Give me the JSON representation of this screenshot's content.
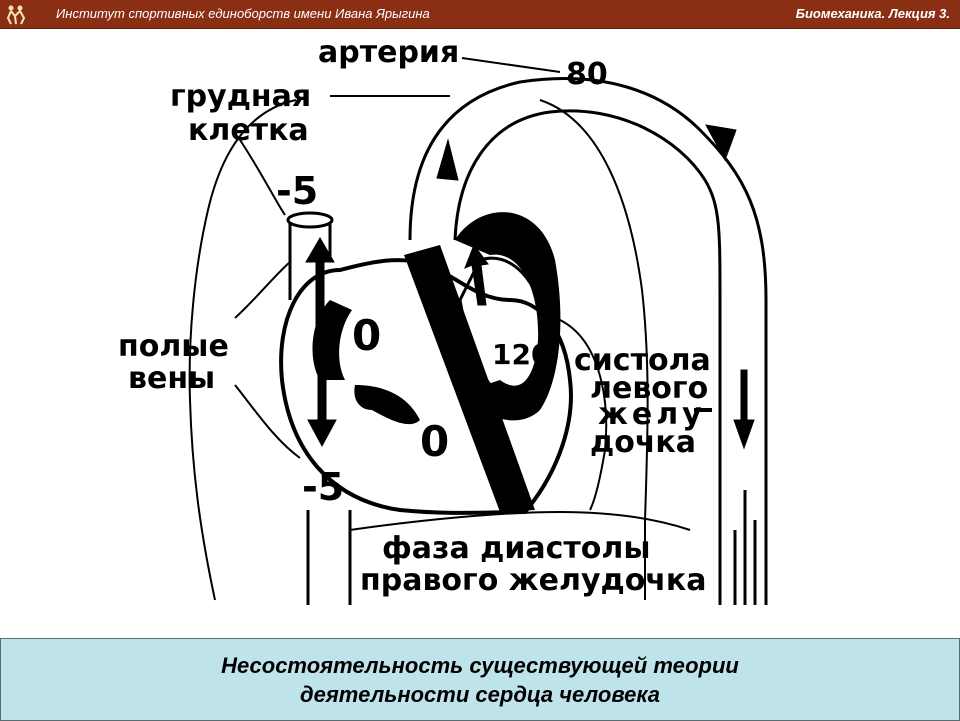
{
  "header": {
    "institute": "Институт спортивных единоборств имени Ивана Ярыгина",
    "lecture": "Биомеханика. Лекция 3."
  },
  "diagram": {
    "label_artery": "артерия",
    "label_chest_1": "грудная",
    "label_chest_2": "клетка",
    "label_veins_1": "полые",
    "label_veins_2": "вены",
    "label_systole_1": "систола",
    "label_systole_2": "левого",
    "label_systole_3": "желу",
    "label_systole_4": "дочка",
    "label_diastole_1": "фаза диастолы",
    "label_diastole_2": "правого желудочка",
    "pressure_artery": "80",
    "pressure_vein_top": "-5",
    "pressure_vein_bottom": "-5",
    "pressure_atrium": "0",
    "pressure_right_ventricle": "0",
    "pressure_left_ventricle": "120"
  },
  "footer": {
    "caption_line1": "Несостоятельность существующей теории",
    "caption_line2": "деятельности сердца человека"
  }
}
